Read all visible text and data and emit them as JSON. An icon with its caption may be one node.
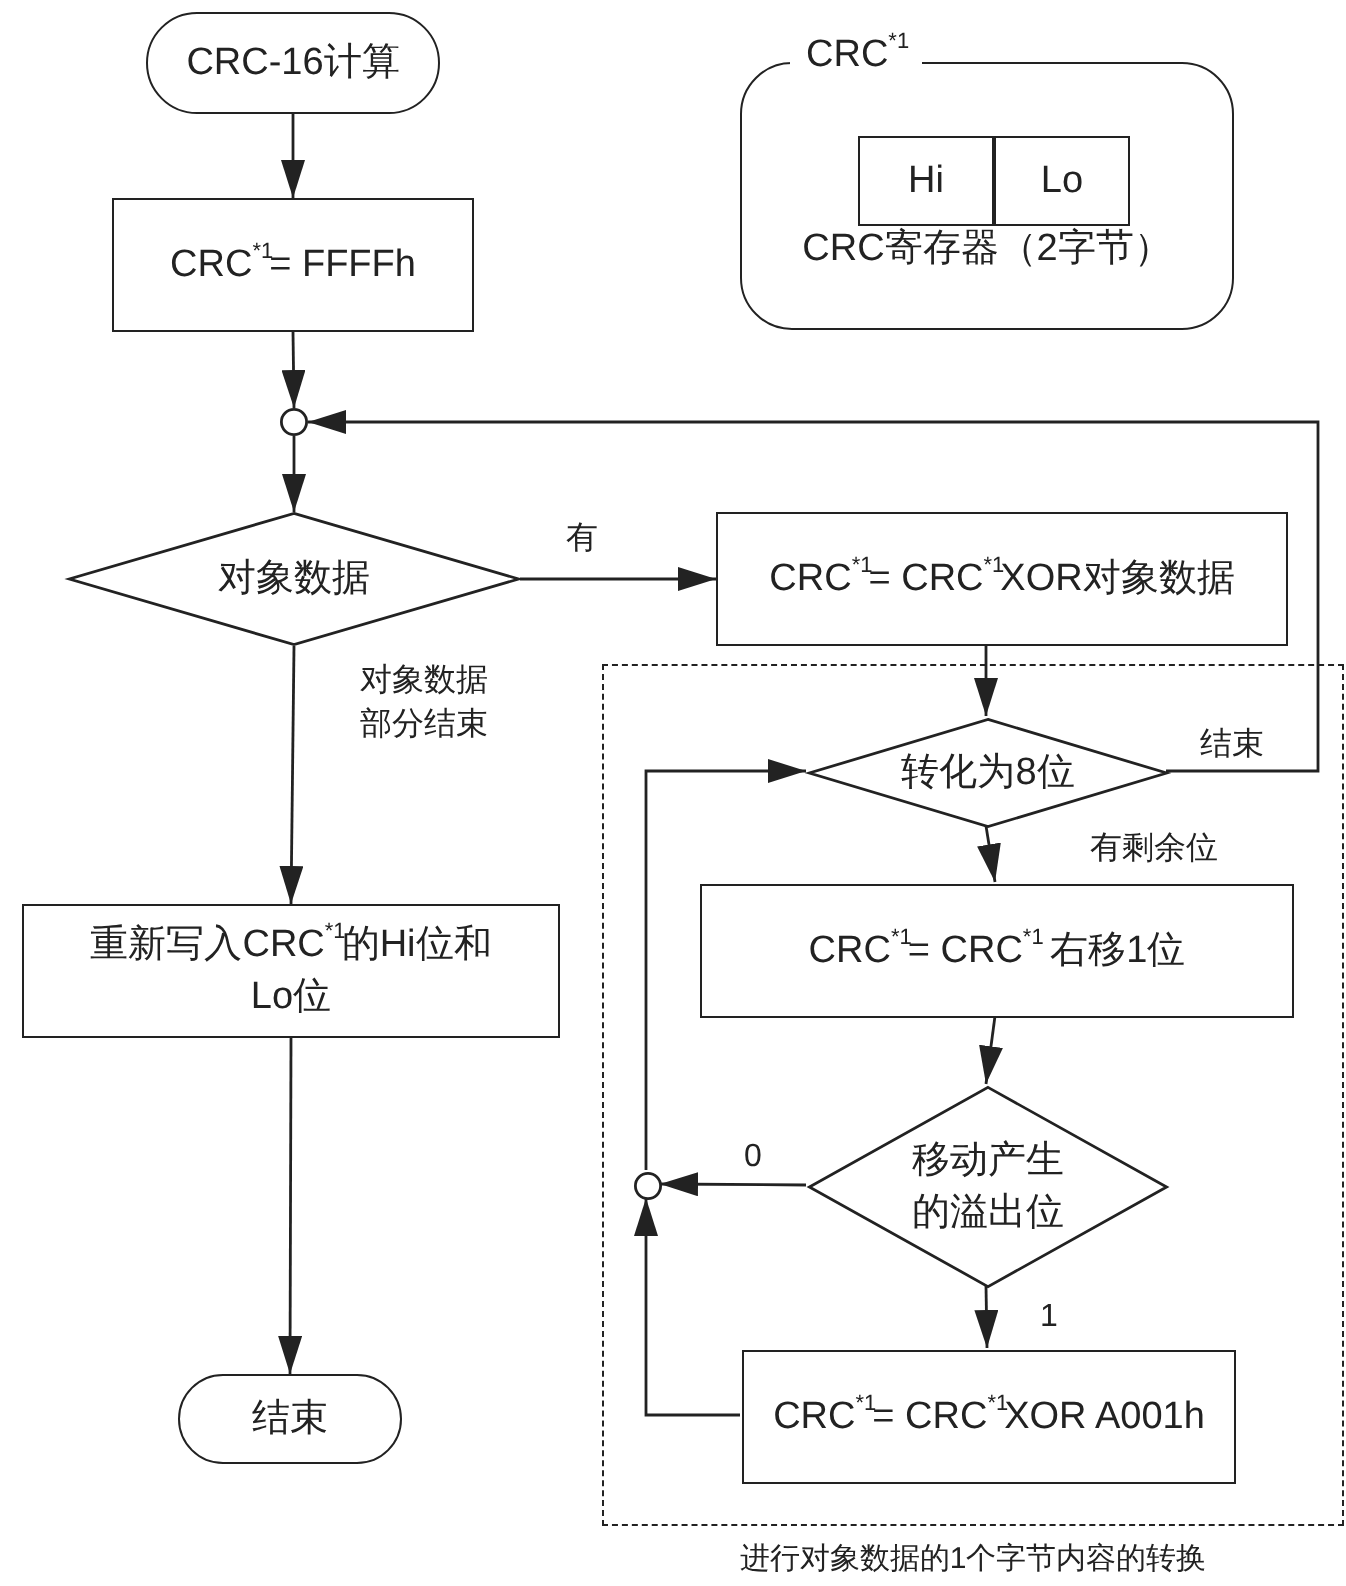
{
  "diagram": {
    "nodes": [
      {
        "text": [
          "CRC-16计算"
        ]
      },
      {
        "text": [
          "CRC$^{*1}$= FFFFh"
        ]
      },
      {
        "text": [],
        "shape": "circle"
      },
      {
        "text": [
          "对象数据"
        ]
      },
      {
        "text": [
          "CRC$^{*1}$= CRC$^{*1}$XOR对象数据"
        ]
      },
      {
        "text": [
          "进行对象数据的1个字节内容的转换"
        ]
      },
      {
        "text": [
          "转化为8位"
        ],
        "in": 5
      },
      {
        "text": [
          "CRC$^{*1}$= CRC$^{*1}$ 右移1位"
        ],
        "in": 5
      },
      {
        "text": [
          "移动产生的溢出位"
        ],
        "in": 5
      },
      {
        "text": [],
        "shape": "circle",
        "in": 5
      },
      {
        "text": [
          "CRC$^{*1}$= CRC$^{*1}$XOR A001h"
        ],
        "in": 5
      },
      {
        "text": [
          "重新写入CRC$^{*1}$的Hi位和Lo位"
        ]
      },
      {
        "text": [
          "结束"
        ]
      },
      {
        "text": [
          "CRC$^{*1}$",
          "CRC寄存器（2字节）"
        ]
      },
      {
        "text": [
          "Hi"
        ],
        "in": 13
      },
      {
        "text": [
          "Lo"
        ],
        "in": 13
      }
    ],
    "edges": [
      {
        "from": 0,
        "to": 1,
        "arrow": "to"
      },
      {
        "from": 1,
        "to": 2,
        "arrow": "to"
      },
      {
        "from": 2,
        "to": 3,
        "arrow": "to"
      },
      {
        "from": 3,
        "to": 4,
        "arrow": "to",
        "label": "有"
      },
      {
        "from": 4,
        "to": 6,
        "arrow": "to"
      },
      {
        "from": 6,
        "to": 2,
        "arrow": "to",
        "label": "结束"
      },
      {
        "from": 6,
        "to": 7,
        "arrow": "to",
        "label": "有剩余位"
      },
      {
        "from": 7,
        "to": 8,
        "arrow": "to"
      },
      {
        "from": 8,
        "to": 9,
        "arrow": "to",
        "label": "0"
      },
      {
        "from": 8,
        "to": 10,
        "arrow": "to",
        "label": "1"
      },
      {
        "from": 3,
        "to": 11,
        "arrow": "to",
        "label": "对象数据部分结束"
      },
      {
        "from": 11,
        "to": 12,
        "arrow": "to"
      },
      {
        "from": 10,
        "to": 9,
        "arrow": "to"
      },
      {
        "from": 9,
        "to": 6,
        "arrow": "to"
      }
    ]
  }
}
